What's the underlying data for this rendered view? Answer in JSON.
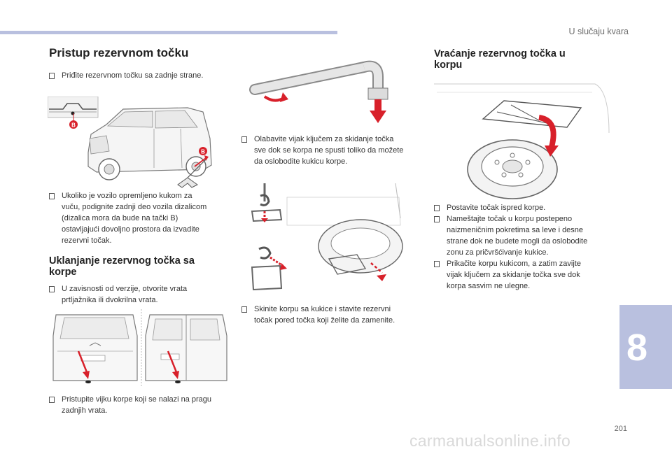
{
  "header": {
    "section": "U slučaju kvara"
  },
  "chapter": "8",
  "page_number": "201",
  "watermark": "carmanualsonline.info",
  "left": {
    "title": "Pristup rezervnom točku",
    "p1": "Priđite rezervnom točku sa zadnje strane.",
    "callout_label": "B",
    "p2_lines": [
      "Ukoliko je vozilo opremljeno kukom za",
      "vuču, podignite zadnji deo vozila dizalicom",
      "(dizalica mora da bude na tački B)",
      "ostavljajući dovoljno prostora da izvadite",
      "rezervni točak."
    ],
    "section2_title_lines": [
      "Uklanjanje rezervnog točka sa",
      "korpe"
    ],
    "p3_lines": [
      "U zavisnosti od verzije, otvorite vrata",
      "prtljažnika ili dvokrilna vrata."
    ],
    "p4_lines": [
      "Pristupite vijku korpe koji se nalazi na pragu",
      "zadnjih vrata."
    ]
  },
  "middle": {
    "p1_lines": [
      "Olabavite vijak ključem za skidanje točka",
      "sve dok se korpa ne spusti toliko da možete",
      "da oslobodite kukicu korpe."
    ],
    "p2_lines": [
      "Skinite korpu sa kukice i stavite rezervni",
      "točak pored točka koji želite da zamenite."
    ]
  },
  "right": {
    "title_lines": [
      "Vraćanje rezervnog točka u",
      "korpu"
    ],
    "bullets": [
      [
        "Postavite točak ispred korpe."
      ],
      [
        "Nameštajte točak u korpu postepeno",
        "naizmeničnim pokretima sa leve i desne",
        "strane dok ne budete mogli da oslobodite",
        "zonu za pričvršćivanje kukice."
      ],
      [
        "Prikačite korpu kukicom, a zatim zavijte",
        "vijak ključem za skidanje točka sve dok",
        "korpa sasvim ne ulegne."
      ]
    ]
  },
  "colors": {
    "accent_band": "#b9c0df",
    "arrow_red": "#d8202a",
    "line_art": "#7a7a7a"
  }
}
